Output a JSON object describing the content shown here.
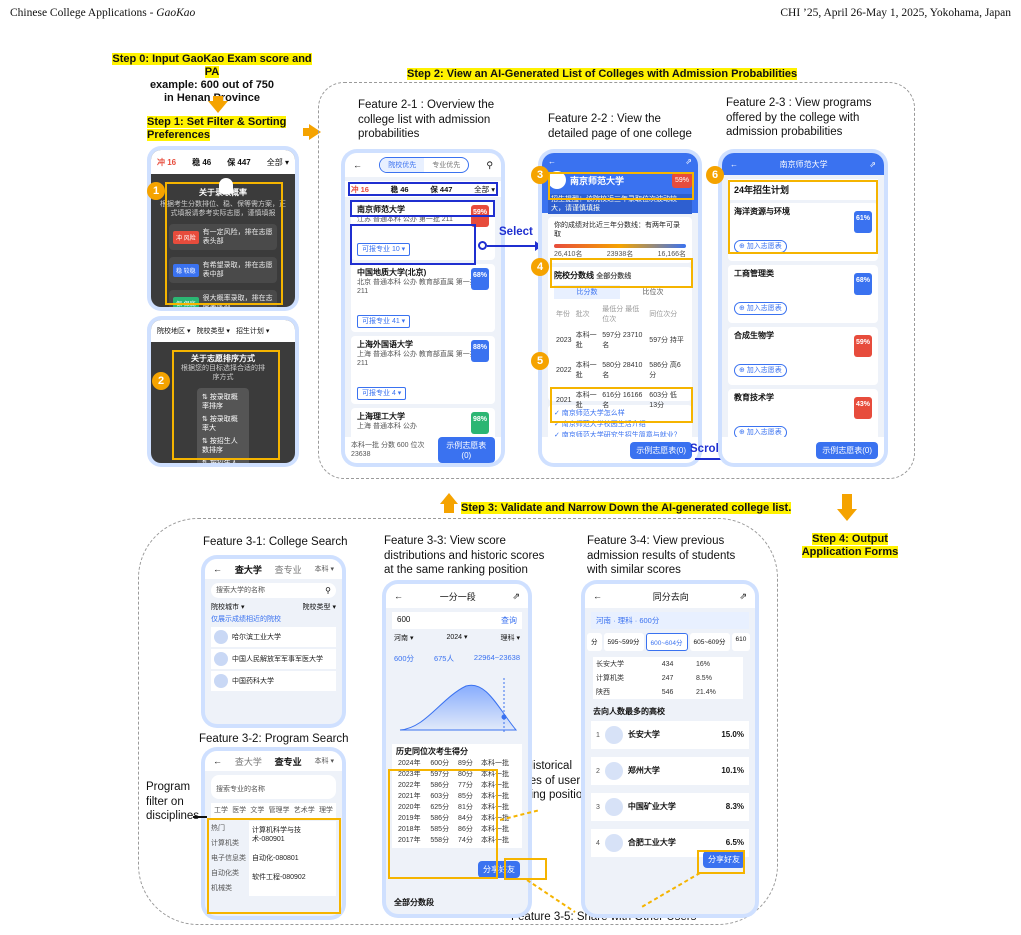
{
  "header": {
    "left_prefix": "Chinese College Applications - ",
    "left_italic": "GaoKao",
    "right": "CHI ’25, April 26-May 1, 2025, Yokohama, Japan"
  },
  "steps": {
    "step0_line1": "Step 0: Input GaoKao Exam score and PA",
    "step0_line2": "example: 600 out of 750",
    "step0_line3": "in Henan Province",
    "step1_line1": "Step 1: Set Filter & Sorting",
    "step1_line2": "Preferences",
    "step2": "Step 2: View an AI-Generated List of Colleges with Admission Probabilities",
    "step3": "Step 3: Validate and Narrow Down the AI-generated college list.",
    "step4_line1": "Step 4: Output",
    "step4_line2": "Application Forms"
  },
  "features": {
    "f21": [
      "Feature 2-1 : Overview the",
      "college list with admission",
      "probabilities"
    ],
    "f22": [
      "Feature 2-2 : View the",
      "detailed page of one college"
    ],
    "f23": [
      "Feature 2-3 : View programs",
      "offered by the college with",
      "admission probabilities"
    ],
    "f31": "Feature 3-1: College Search",
    "f32": "Feature 3-2: Program Search",
    "f33": [
      "Feature 3-3: View score",
      "distributions and historic scores",
      "at the same ranking position"
    ],
    "f34": [
      "Feature 3-4: View previous",
      "admission results of students",
      "with similar scores"
    ],
    "f35": "Feature 3-5: Share with Other Users"
  },
  "callouts": {
    "select": "Select",
    "scroll": "Scroll",
    "historical": [
      "Historical",
      "scores of user’s",
      "ranking position"
    ],
    "program_filter": [
      "Program",
      "filter on",
      "disciplines"
    ]
  },
  "markers": [
    "1",
    "2",
    "3",
    "4",
    "5",
    "6"
  ],
  "phones": {
    "p1": {
      "top": [
        "冲 16",
        "稳 46",
        "保 447",
        "全部 ▾"
      ],
      "title": "关于录取概率",
      "desc": "根据考生分数排位、稳、保等需方案，正式填报请参考实际志愿，谨慎填报",
      "opts": [
        {
          "tag": "冲 风险",
          "text": "有一定风险，排在志愿表头部",
          "color": "#e74c3c"
        },
        {
          "tag": "稳 较稳",
          "text": "有希望录取，排在志愿表中部",
          "color": "#3a72f0"
        },
        {
          "tag": "保 保底",
          "text": "很大概率录取，排在志愿表尾部",
          "color": "#2bb673"
        }
      ]
    },
    "p2": {
      "filters": [
        "院校地区 ▾",
        "院校类型 ▾",
        "招生计划 ▾"
      ],
      "title": "关于志愿排序方式",
      "desc": "根据您的目标选择合适的排序方式",
      "opts": [
        "按录取概率排序",
        "按录取概率大",
        "按招生人数排序",
        "按招生人数大学"
      ]
    },
    "p3": {
      "tabs": [
        "院校优先",
        "专业优先"
      ],
      "counts": [
        "冲 16",
        "稳 46",
        "保 447",
        "全部 ▾"
      ],
      "colleges": [
        {
          "name": "南京师范大学",
          "sub": "江苏 普通本科 公办 第一批 211",
          "prob": "59%",
          "color": "#e74c3c",
          "programs": "可报专业 10 ▾"
        },
        {
          "name": "中国地质大学(北京)",
          "sub": "北京 普通本科 公办 教育部直属 第一批 211",
          "prob": "68%",
          "color": "#3a72f0",
          "programs": "可报专业 41 ▾"
        },
        {
          "name": "上海外国语大学",
          "sub": "上海 普通本科 公办 教育部直属 第一批 211",
          "prob": "88%",
          "color": "#3a72f0",
          "programs": "可报专业 4 ▾"
        },
        {
          "name": "上海理工大学",
          "sub": "上海 普通本科 公办",
          "prob": "98%",
          "color": "#2bb673",
          "programs": ""
        }
      ],
      "footer": "示例志愿表(0)",
      "footer_left": "本科一批  分数 600  位次 23638"
    },
    "p4": {
      "college": "南京师范大学",
      "prob": "59%",
      "banner": "招生提醒：该院校近三年录取位次波动较大，请谨慎填报",
      "compare": "你的成绩对比近三年分数线：有两年可录取",
      "ticks": [
        "26,410名",
        "23938名",
        "16,166名"
      ],
      "section": "院校分数线",
      "section2": "全部分数线",
      "seg": [
        "比分数",
        "比位次"
      ],
      "cols": [
        "年份",
        "批次",
        "最低分 最低位次",
        "同位次分"
      ],
      "rows": [
        [
          "2023",
          "本科一批",
          "597分 23710名",
          "597分 持平"
        ],
        [
          "2022",
          "本科一批",
          "580分 28410名",
          "586分 高6分"
        ],
        [
          "2021",
          "本科一批",
          "616分 16166名",
          "603分 低13分"
        ]
      ],
      "qa": [
        "南京师范大学怎么样",
        "南京师范大学校园生活介绍",
        "南京师范大学研究生招生简章与就业？",
        "南京师范大学"
      ],
      "footer": "示例志愿表(0)"
    },
    "p5": {
      "title": "南京师范大学",
      "plan": "24年招生计划",
      "programs": [
        {
          "name": "海洋资源与环境",
          "prob": "61%",
          "color": "#3a72f0"
        },
        {
          "name": "工商管理类",
          "prob": "68%",
          "color": "#3a72f0"
        },
        {
          "name": "合成生物学",
          "prob": "59%",
          "color": "#e74c3c"
        },
        {
          "name": "教育技术学",
          "prob": "43%",
          "color": "#e74c3c"
        }
      ],
      "add": "加入志愿表",
      "footer": "示例志愿表(0)"
    },
    "p6": {
      "tabs": [
        "查大学",
        "查专业",
        "本科 ▾"
      ],
      "search": "搜索大学的名称",
      "filters": [
        "院校城市 ▾",
        "院校类型 ▾"
      ],
      "hint": "仅展示成绩相近的院校",
      "colleges": [
        "哈尔滨工业大学",
        "中国人民解放军军事军医大学",
        "中国药科大学"
      ]
    },
    "p7": {
      "tabs": [
        "查大学",
        "查专业",
        "本科 ▾"
      ],
      "search": "搜索专业的名称",
      "cats": [
        "工学",
        "医学",
        "文学",
        "管理学",
        "艺术学",
        "理学"
      ],
      "side": [
        "热门",
        "计算机类",
        "电子信息类",
        "自动化类",
        "机械类"
      ],
      "items": [
        "计算机科学与技术-080901",
        "自动化-080801",
        "软件工程-080902"
      ]
    },
    "p8": {
      "title": "一分一段",
      "score": "600",
      "query": "查询",
      "selects": [
        "河南 ▾",
        "2024 ▾",
        "理科 ▾"
      ],
      "stats": [
        "600分",
        "675人",
        "22964~23638"
      ],
      "table_title": "历史同位次考生得分",
      "rows": [
        [
          "2024年",
          "600分",
          "89分",
          "本科一批"
        ],
        [
          "2023年",
          "597分",
          "80分",
          "本科一批"
        ],
        [
          "2022年",
          "586分",
          "77分",
          "本科一批"
        ],
        [
          "2021年",
          "603分",
          "85分",
          "本科一批"
        ],
        [
          "2020年",
          "625分",
          "81分",
          "本科一批"
        ],
        [
          "2019年",
          "586分",
          "84分",
          "本科一批"
        ],
        [
          "2018年",
          "585分",
          "86分",
          "本科一批"
        ],
        [
          "2017年",
          "558分",
          "74分",
          "本科一批"
        ]
      ],
      "bottom": "全部分数段",
      "share": "分享好友"
    },
    "p9": {
      "title": "同分去向",
      "sel": "河南 · 理科 · 600分",
      "tabs": [
        "分",
        "595~599分",
        "600~604分",
        "605~609分",
        "610"
      ],
      "rows": [
        [
          "长安大学",
          "434",
          "16%"
        ],
        [
          "计算机类",
          "247",
          "8.5%"
        ],
        [
          "陕西",
          "546",
          "21.4%"
        ]
      ],
      "top": "去向人数最多的高校",
      "colleges": [
        {
          "rank": "1",
          "name": "长安大学",
          "pct": "15.0%"
        },
        {
          "rank": "2",
          "name": "郑州大学",
          "pct": "10.1%"
        },
        {
          "rank": "3",
          "name": "中国矿业大学",
          "pct": "8.3%"
        },
        {
          "rank": "4",
          "name": "合肥工业大学",
          "pct": "6.5%"
        }
      ],
      "share": "分享好友"
    }
  }
}
